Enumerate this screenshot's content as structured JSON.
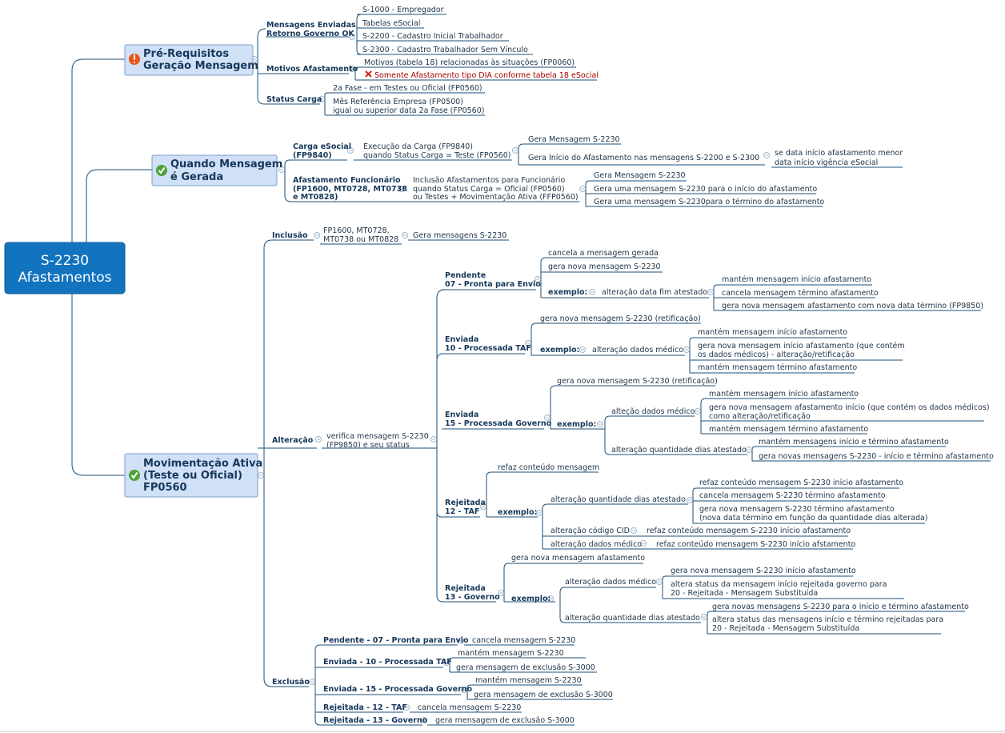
{
  "root": {
    "line1": "S-2230",
    "line2": "Afastamentos"
  },
  "prereq": {
    "title1": "Pré-Requisitos",
    "title2": "Geração Mensagem",
    "mensagens": {
      "label1": "Mensagens Enviadas",
      "label2": "Retorno Governo OK",
      "items": [
        "S-1000 - Empregador",
        "Tabelas eSocial",
        "S-2200 - Cadastro Inicial Trabalhador",
        "S-2300 - Cadastro Trabalhador Sem Vínculo"
      ]
    },
    "motivos": {
      "label": "Motivos Afastamento",
      "item1": "Motivos (tabela 18) relacionadas às situações (FP0060)",
      "item2": "Somente Afastamento tipo DIA conforme tabela 18 eSocial"
    },
    "status": {
      "label": "Status Carga",
      "item1": "2a Fase - em Testes ou Oficial (FP0560)",
      "item2a": "Mês Referência Empresa (FP0500)",
      "item2b": "igual ou superior data 2a Fase (FP0560)"
    }
  },
  "quando": {
    "title1": "Quando Mensagem",
    "title2": "é Gerada",
    "carga": {
      "label1": "Carga eSocial",
      "label2": "(FP9840)",
      "desc1": "Execução da Carga (FP9840)",
      "desc2": "quando Status Carga = Teste (FP0560)",
      "r1": "Gera Mensagem S-2230",
      "r2": "Gera Início do Afastamento nas mensagens S-2200 e S-2300",
      "r2n1": "se data início afastamento menor",
      "r2n2": "data início vigência eSocial"
    },
    "afast": {
      "label1": "Afastamento Funcionário",
      "label2": "(FP1600, MT0728, MT0738",
      "label3": "e MT0828)",
      "desc1": "Inclusão Afastamentos para Funcionário",
      "desc2": "quando Status Carga = Oficial (FP0560)",
      "desc3": "ou Testes + Movimentação Ativa (FFP0560)",
      "r1": "Gera Mensagem S-2230",
      "r2": "Gera uma mensagem S-2230 para o início do afastamento",
      "r3": "Gera uma mensagem S-2230para o término do afastamento"
    }
  },
  "mov": {
    "title1": "Movimentação Ativa",
    "title2": "(Teste ou Oficial)",
    "title3": "FP0560",
    "inclusao": {
      "label": "Inclusão",
      "desc1": "FP1600, MT0728,",
      "desc2": "MT0738 ou MT0828",
      "result": "Gera mensagens S-2230"
    },
    "alteracao": {
      "label": "Alteração",
      "desc1": "verifica mensagem S-2230",
      "desc2": "(FP9850) e seu status",
      "s07": {
        "label1": "Pendente",
        "label2": "07 - Pronta para Envio",
        "a1": "cancela a mensagem gerada",
        "a2": "gera nova mensagem S-2230",
        "ex": "exemplo:",
        "exdesc": "alteração data fim atestado",
        "r1": "mantém mensagem início afastamento",
        "r2": "cancela mensagem término afastamento",
        "r3": "gera  nova mensagem afastamento com nova data término (FP9850)"
      },
      "s10": {
        "label1": "Enviada",
        "label2": "10 - Processada TAF",
        "a1": "gera nova mensagem S-2230 (retificação)",
        "ex": "exemplo:",
        "exdesc": "alteração dados médico",
        "r1": "mantém mensagem início afastamento",
        "r2a": "gera nova mensagem início afastamento (que contém",
        "r2b": "os dados médicos) - alteração/retificação",
        "r3": "mantém mensagem término afastamento"
      },
      "s15": {
        "label1": "Enviada",
        "label2": "15 - Processada Governo",
        "a1": "gera nova mensagem S-2230 (retificação)",
        "ex": "exemplo:",
        "e1": "alteção dados médico",
        "e1r1": "mantém mensagem início afastamento",
        "e1r2a": "gera nova mensagem afastamento início (que contém os dados médicos)",
        "e1r2b": "como alteração/retificação",
        "e1r3": "mantém mensagem término afastamento",
        "e2": "alteração quantidade dias atestado",
        "e2r1": "mantém mensagens início e término afastamento",
        "e2r2": "gera novas mensagens S-2230 - início e término afastamento"
      },
      "s12": {
        "label1": "Rejeitada",
        "label2": "12 - TAF",
        "a1": "refaz conteúdo mensagem",
        "ex": "exemplo:",
        "e1": "alteração quantidade dias atestado",
        "e1r1": "refaz conteúdo mensagem S-2230 início afastamento",
        "e1r2": "cancela mensagem S-2230 término afastamento",
        "e1r3a": "gera nova mensagem S-2230 término afastamento",
        "e1r3b": "(nova data término em função da quantidade dias alterada)",
        "e2": "alteração código CID",
        "e2r": "refaz conteúdo mensagem S-2230 início afastamento",
        "e3": "alteração dados médico",
        "e3r": "refaz conteúdo mensagem S-2230 início afstamento"
      },
      "s13": {
        "label1": "Rejeitada",
        "label2": "13 - Governo",
        "a1": "gera nova mensagem afastamento",
        "ex": "exemplo:",
        "e1": "alteração dados médico",
        "e1r1": "gera nova mensagem S-2230 início afastamento",
        "e1r2a": "altera status da mensagem início rejeitada governo para",
        "e1r2b": "20 - Rejeitada - Mensagem Substituída",
        "e2": "alteração quantidade dias atestado",
        "e2r1": "gera novas mensagens S-2230 para o início e término afastamento",
        "e2r2a": "altera status das mensagens início e término rejeitadas para",
        "e2r2b": "20 - Rejeitada - Mensagem Substituída"
      }
    },
    "exclusao": {
      "label": "Exclusão",
      "x1": {
        "label": "Pendente - 07 - Pronta para Envio",
        "r": "cancela mensagem S-2230"
      },
      "x2": {
        "label": "Enviada - 10 - Processada TAF",
        "r1": "mantém mensagem S-2230",
        "r2": "gera mensagem de exclusão S-3000"
      },
      "x3": {
        "label": "Enviada - 15 - Processada Governo",
        "r1": "mantém mensagem S-2230",
        "r2": "gera mensagem de exclusão S-3000"
      },
      "x4": {
        "label": "Rejeitada - 12 - TAF",
        "r": "cancela mensagem S-2230"
      },
      "x5": {
        "label": "Rejeitada - 13 - Governo",
        "r": "gera mensagem de exclusão S-3000"
      }
    }
  },
  "colors": {
    "root": "#1273bf",
    "central": "#cfe0f7",
    "connector": "#1b4f7a",
    "warning": "#e8541a",
    "check": "#4fa23a"
  }
}
